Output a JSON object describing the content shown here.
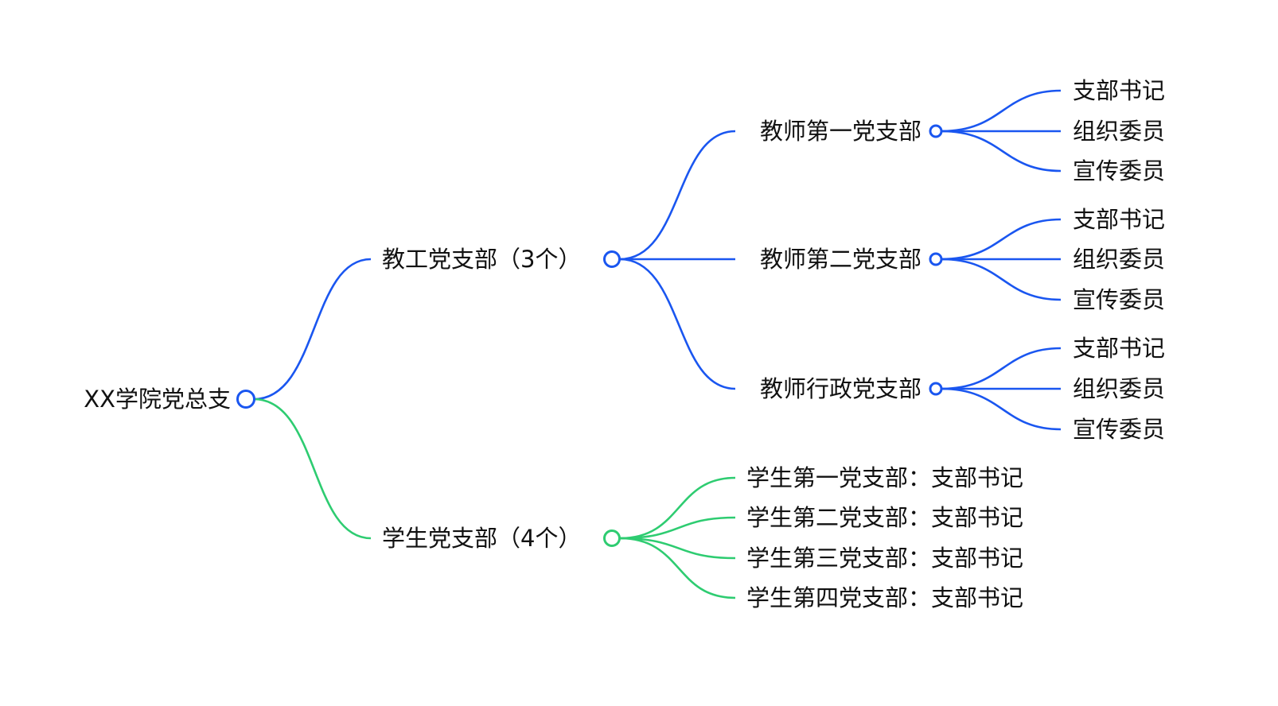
{
  "colors": {
    "faculty_branch": "#1a56f0",
    "student_branch": "#2ecc71",
    "text": "#111111"
  },
  "root": {
    "label": "XX学院党总支"
  },
  "branches": [
    {
      "label": "教工党支部（3个）",
      "color": "#1a56f0",
      "children": [
        {
          "label": "教师第一党支部",
          "children": [
            "支部书记",
            "组织委员",
            "宣传委员"
          ]
        },
        {
          "label": "教师第二党支部",
          "children": [
            "支部书记",
            "组织委员",
            "宣传委员"
          ]
        },
        {
          "label": "教师行政党支部",
          "children": [
            "支部书记",
            "组织委员",
            "宣传委员"
          ]
        }
      ]
    },
    {
      "label": "学生党支部（4个）",
      "color": "#2ecc71",
      "children": [
        {
          "label": "学生第一党支部：支部书记"
        },
        {
          "label": "学生第二党支部：支部书记"
        },
        {
          "label": "学生第三党支部：支部书记"
        },
        {
          "label": "学生第四党支部：支部书记"
        }
      ]
    }
  ]
}
